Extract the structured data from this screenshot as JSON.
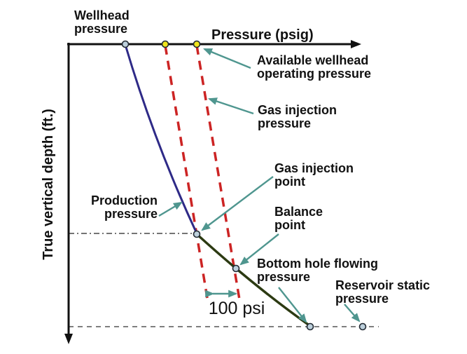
{
  "colors": {
    "axis": "#111111",
    "production_curve": "#2e2a87",
    "injection_line": "#cc2424",
    "flowing_gradient_curve": "#2c3a12",
    "annotation_arrow": "#4f968f",
    "surface_marker_fill": "#f0e41c",
    "node_marker_fill": "#bdd0dc",
    "marker_stroke": "#222a33",
    "reference_dash": "#555555",
    "reference_dashdot": "#222222"
  },
  "axes": {
    "x_title": "Pressure (psig)",
    "y_title": "True vertical depth (ft.)"
  },
  "labels": {
    "wellhead_pressure": [
      "Wellhead",
      "pressure"
    ],
    "available_whp": [
      "Available wellhead",
      "operating pressure"
    ],
    "gas_injection_pressure": [
      "Gas injection",
      "pressure"
    ],
    "gas_injection_point": [
      "Gas injection",
      "point"
    ],
    "balance_point": [
      "Balance",
      "point"
    ],
    "bottom_hole_flowing": [
      "Bottom hole flowing",
      "pressure"
    ],
    "reservoir_static": [
      "Reservoir static",
      "pressure"
    ],
    "production_pressure": [
      "Production",
      "pressure"
    ],
    "psi_gap": "100 psi"
  }
}
